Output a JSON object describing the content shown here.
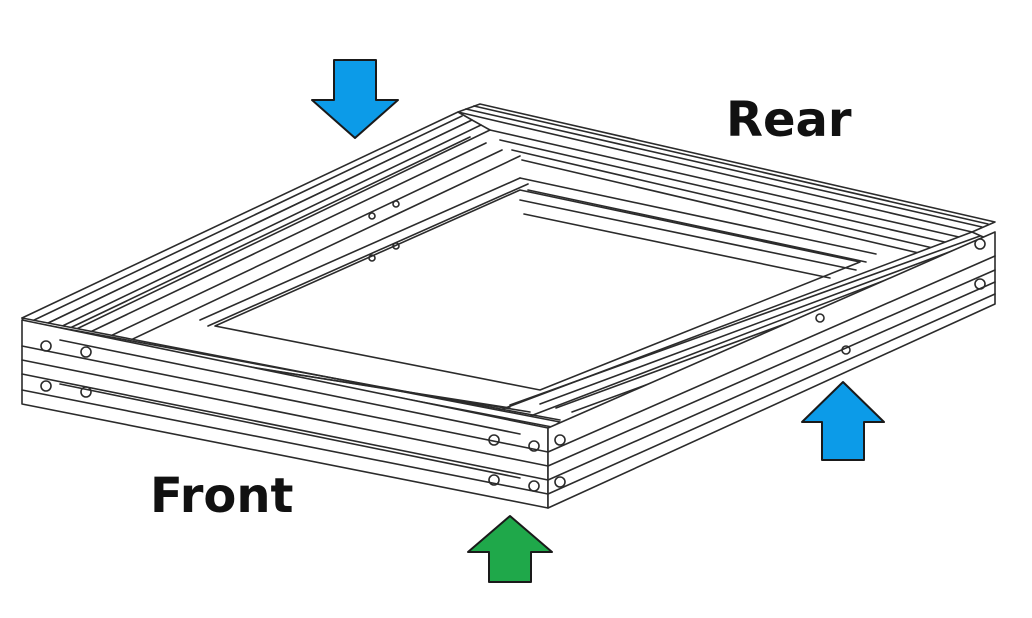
{
  "labels": {
    "rear": "Rear",
    "front": "Front"
  },
  "colors": {
    "arrow_blue": "#0c9be8",
    "arrow_green": "#1fa84a",
    "outline": "#1a1a1a",
    "frame_fill": "#ffffff",
    "line": "#2b2b2b"
  },
  "arrows": [
    {
      "name": "top-left-down-arrow",
      "direction": "down",
      "color": "arrow_blue"
    },
    {
      "name": "right-up-arrow",
      "direction": "up",
      "color": "arrow_blue"
    },
    {
      "name": "front-up-arrow",
      "direction": "up",
      "color": "arrow_green"
    }
  ]
}
